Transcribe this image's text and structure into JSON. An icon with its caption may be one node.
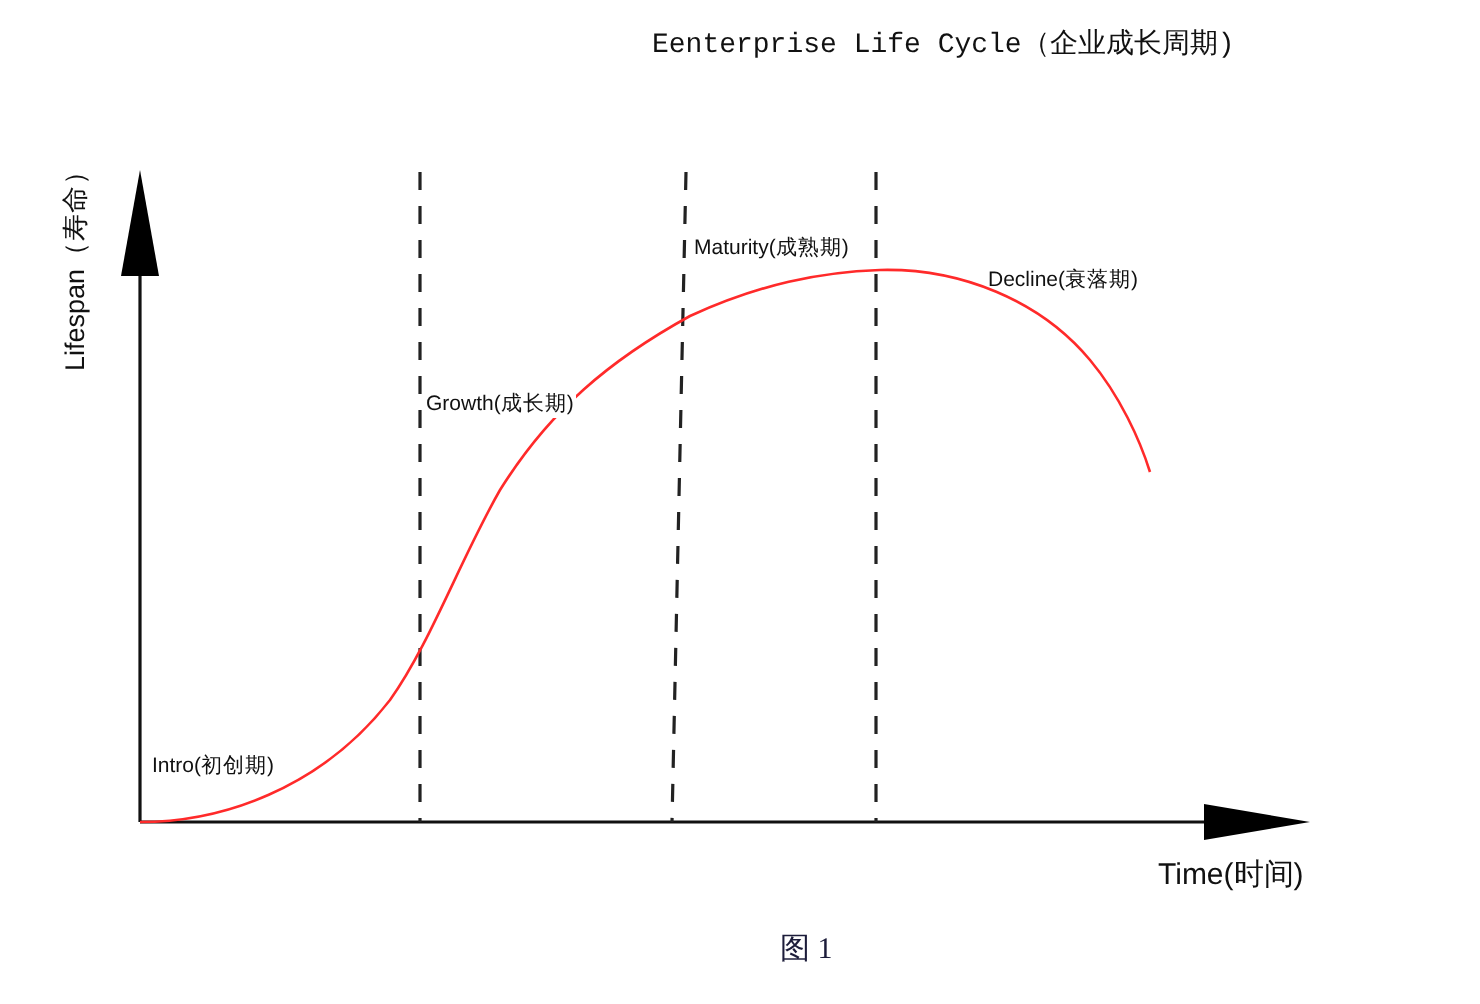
{
  "diagram": {
    "title": "Eenterprise Life Cycle（企业成长周期)",
    "caption": "图 1",
    "labels": [
      "Lifespan（寿命）",
      "Maturity(成熟期)",
      "Decline(衰落期)",
      "Growth(成长期)",
      "Intro(初创期)",
      "Time(时间)"
    ]
  }
}
